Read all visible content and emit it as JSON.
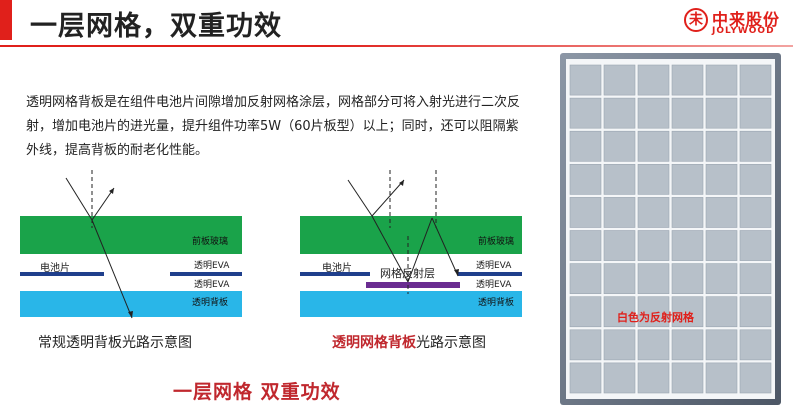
{
  "header": {
    "title": "一层网格，双重功效",
    "logo_cn": "中来股份",
    "logo_en": "JOLYWOOD",
    "logo_mark": "未"
  },
  "description": {
    "line1": "透明网格背板是在组件电池片间隙增加反射网格涂层，网格部分可将入射光进行二次反",
    "line2": "射，增加电池片的进光量，提升组件功率5W（60片板型）以上；同时，还可以阻隔紫",
    "line3": "外线，提高背板的耐老化性能。"
  },
  "diagram_left": {
    "glass_label": "前板玻璃",
    "eva_top_label": "透明EVA",
    "cell_label": "电池片",
    "eva_bottom_label": "透明EVA",
    "backsheet_label": "透明背板",
    "caption": "常规透明背板光路示意图"
  },
  "diagram_right": {
    "glass_label": "前板玻璃",
    "eva_top_label": "透明EVA",
    "cell_label": "电池片",
    "grid_label": "网格反射层",
    "eva_bottom_label": "透明EVA",
    "backsheet_label": "透明背板",
    "caption_highlight": "透明网格背板",
    "caption_rest": "光路示意图"
  },
  "bottom_title": "一层网格 双重功效",
  "panel": {
    "label": "白色为反射网格",
    "rows": 10,
    "cols": 6
  },
  "colors": {
    "accent": "#e0201b",
    "glass": "#1aa34a",
    "backsheet": "#29b6e8",
    "cell": "#1f3f8c",
    "grid_layer": "#6a2c91",
    "highlight_text": "#c0282e"
  }
}
